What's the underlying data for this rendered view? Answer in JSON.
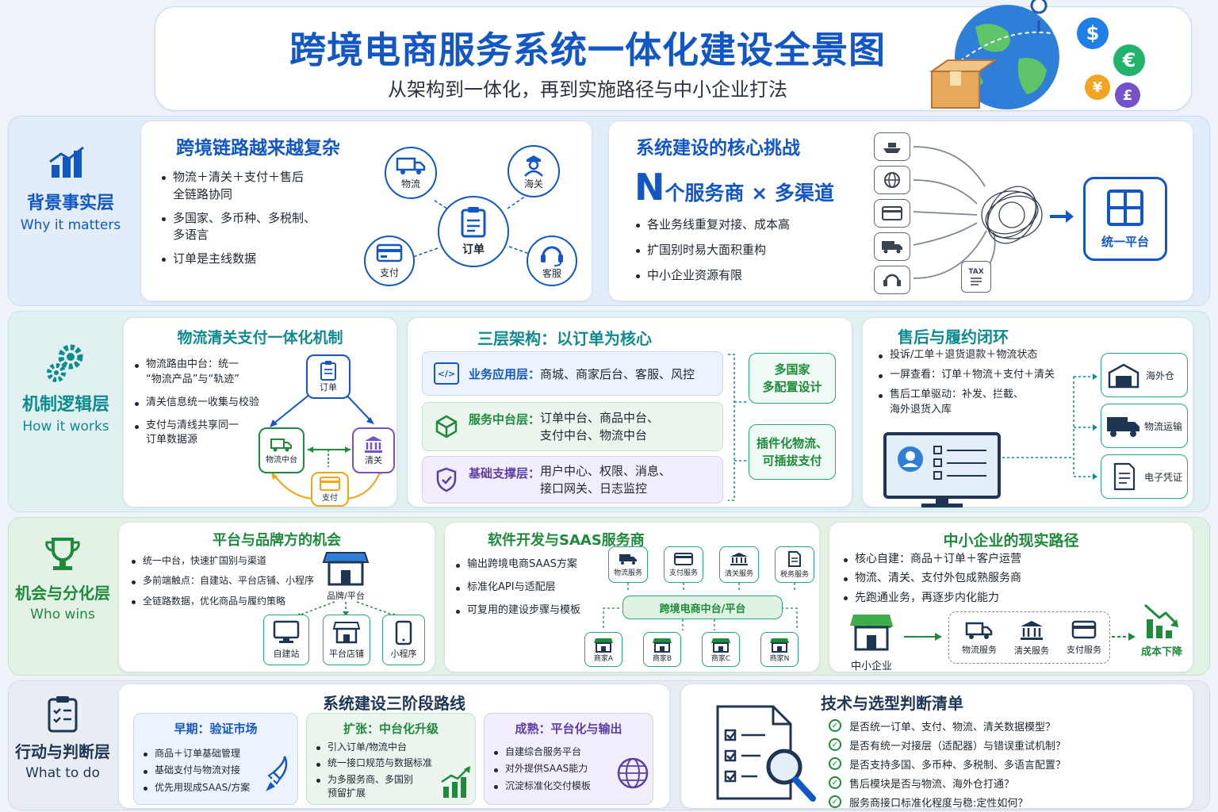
{
  "header": {
    "title": "跨境电商服务系统一体化建设全景图",
    "subtitle": "从架构到一体化，再到实施路径与中小企业打法",
    "currency_symbols": [
      "$",
      "€",
      "¥",
      "£"
    ]
  },
  "layers": [
    {
      "title": "背景事实层",
      "subtitle": "Why it matters",
      "color": "#1257c4"
    },
    {
      "title": "机制逻辑层",
      "subtitle": "How it works",
      "color": "#0f8a8e"
    },
    {
      "title": "机会与分化层",
      "subtitle": "Who wins",
      "color": "#1f8a3b"
    },
    {
      "title": "行动与判断层",
      "subtitle": "What to do",
      "color": "#1f3554"
    }
  ],
  "chain": {
    "title": "跨境链路越来越复杂",
    "bullets": [
      "物流＋清关＋支付＋售后\n全链路协同",
      "多国家、多币种、多税制、\n多语言",
      "订单是主线数据"
    ],
    "nodes": {
      "center": "订单",
      "logistics": "物流",
      "customs": "海关",
      "payment": "支付",
      "service": "客服"
    }
  },
  "challenge": {
    "title": "系统建设的核心挑战",
    "headline_n": "N",
    "headline_rest": "个服务商 × 多渠道",
    "bullets": [
      "各业务线重复对接、成本高",
      "扩国别时易大面积重构",
      "中小企业资源有限"
    ],
    "tax_label": "TAX",
    "platform": "统一平台"
  },
  "mechanism": {
    "title": "物流清关支付一体化机制",
    "bullets": [
      "物流路由中台：统一\n“物流产品”与“轨迹”",
      "清关信息统一收集与校验",
      "支付与清线共享同一\n订单数据源"
    ],
    "nodes": {
      "order": "订单",
      "logistics": "物流中台",
      "customs": "清关",
      "payment": "支付"
    }
  },
  "architecture": {
    "title": "三层架构：以订单为核心",
    "layers": [
      {
        "name": "业务应用层：",
        "desc": "商城、商家后台、客服、风控"
      },
      {
        "name": "服务中台层：",
        "desc": "订单中台、商品中台、\n支付中台、物流中台"
      },
      {
        "name": "基础支撑层：",
        "desc": "用户中心、权限、消息、\n接口网关、日志监控"
      }
    ],
    "side": [
      "多国家\n多配置设计",
      "插件化物流、\n可插拔支付"
    ]
  },
  "aftersale": {
    "title": "售后与履约闭环",
    "bullets": [
      "投诉/工单＋退货退款＋物流状态",
      "一屏查看：订单＋物流＋支付＋清关",
      "售后工单驱动：补发、拦截、\n海外退货入库"
    ],
    "targets": [
      "海外仓",
      "物流运输",
      "电子凭证"
    ]
  },
  "platform_brand": {
    "title": "平台与品牌方的机会",
    "bullets": [
      "统一中台，快速扩国别与渠道",
      "多前端触点：自建站、平台店铺、小程序",
      "全链路数据，优化商品与履约策略"
    ],
    "hub": "品牌/平台",
    "channels": [
      "自建站",
      "平台店铺",
      "小程序"
    ]
  },
  "saas": {
    "title": "软件开发与SAAS服务商",
    "bullets": [
      "输出跨境电商SAAS方案",
      "标准化API与适配层",
      "可复用的建设步骤与模板"
    ],
    "services": [
      "物流服务",
      "支付服务",
      "清关服务",
      "税务服务"
    ],
    "hub": "跨境电商中台/平台",
    "merchants": [
      "商家A",
      "商家B",
      "商家C",
      "商家N"
    ]
  },
  "sme": {
    "title": "中小企业的现实路径",
    "bullets": [
      "核心自建：商品＋订单＋客户运营",
      "物流、清关、支付外包成熟服务商",
      "先跑通业务，再逐步内化能力"
    ],
    "sme_label": "中小企业",
    "services": [
      "物流服务",
      "清关服务",
      "支付服务"
    ],
    "result": "成本下降"
  },
  "roadmap": {
    "title": "系统建设三阶段路线",
    "phases": [
      {
        "title": "早期：验证市场",
        "bullets": [
          "商品＋订单基础管理",
          "基础支付与物流对接",
          "优先用现成SAAS/方案"
        ],
        "color": "#1257c4"
      },
      {
        "title": "扩张：中台化升级",
        "bullets": [
          "引入订单/物流中台",
          "统一接口规范与数据标准",
          "为多服务商、多国别\n预留扩展"
        ],
        "color": "#1f8a3b"
      },
      {
        "title": "成熟：平台化与输出",
        "bullets": [
          "自建综合服务平台",
          "对外提供SAAS能力",
          "沉淀标准化交付模板"
        ],
        "color": "#5b3fa8"
      }
    ]
  },
  "checklist": {
    "title": "技术与选型判断清单",
    "items": [
      "是否统一订单、支付、物流、清关数据模型？",
      "是否有统一对接层（适配器）与错误重试机制？",
      "是否支持多国、多币种、多税制、多语言配置？",
      "售后模块是否与物流、海外仓打通？",
      "服务商接口标准化程度与稳:定性如何？"
    ]
  }
}
